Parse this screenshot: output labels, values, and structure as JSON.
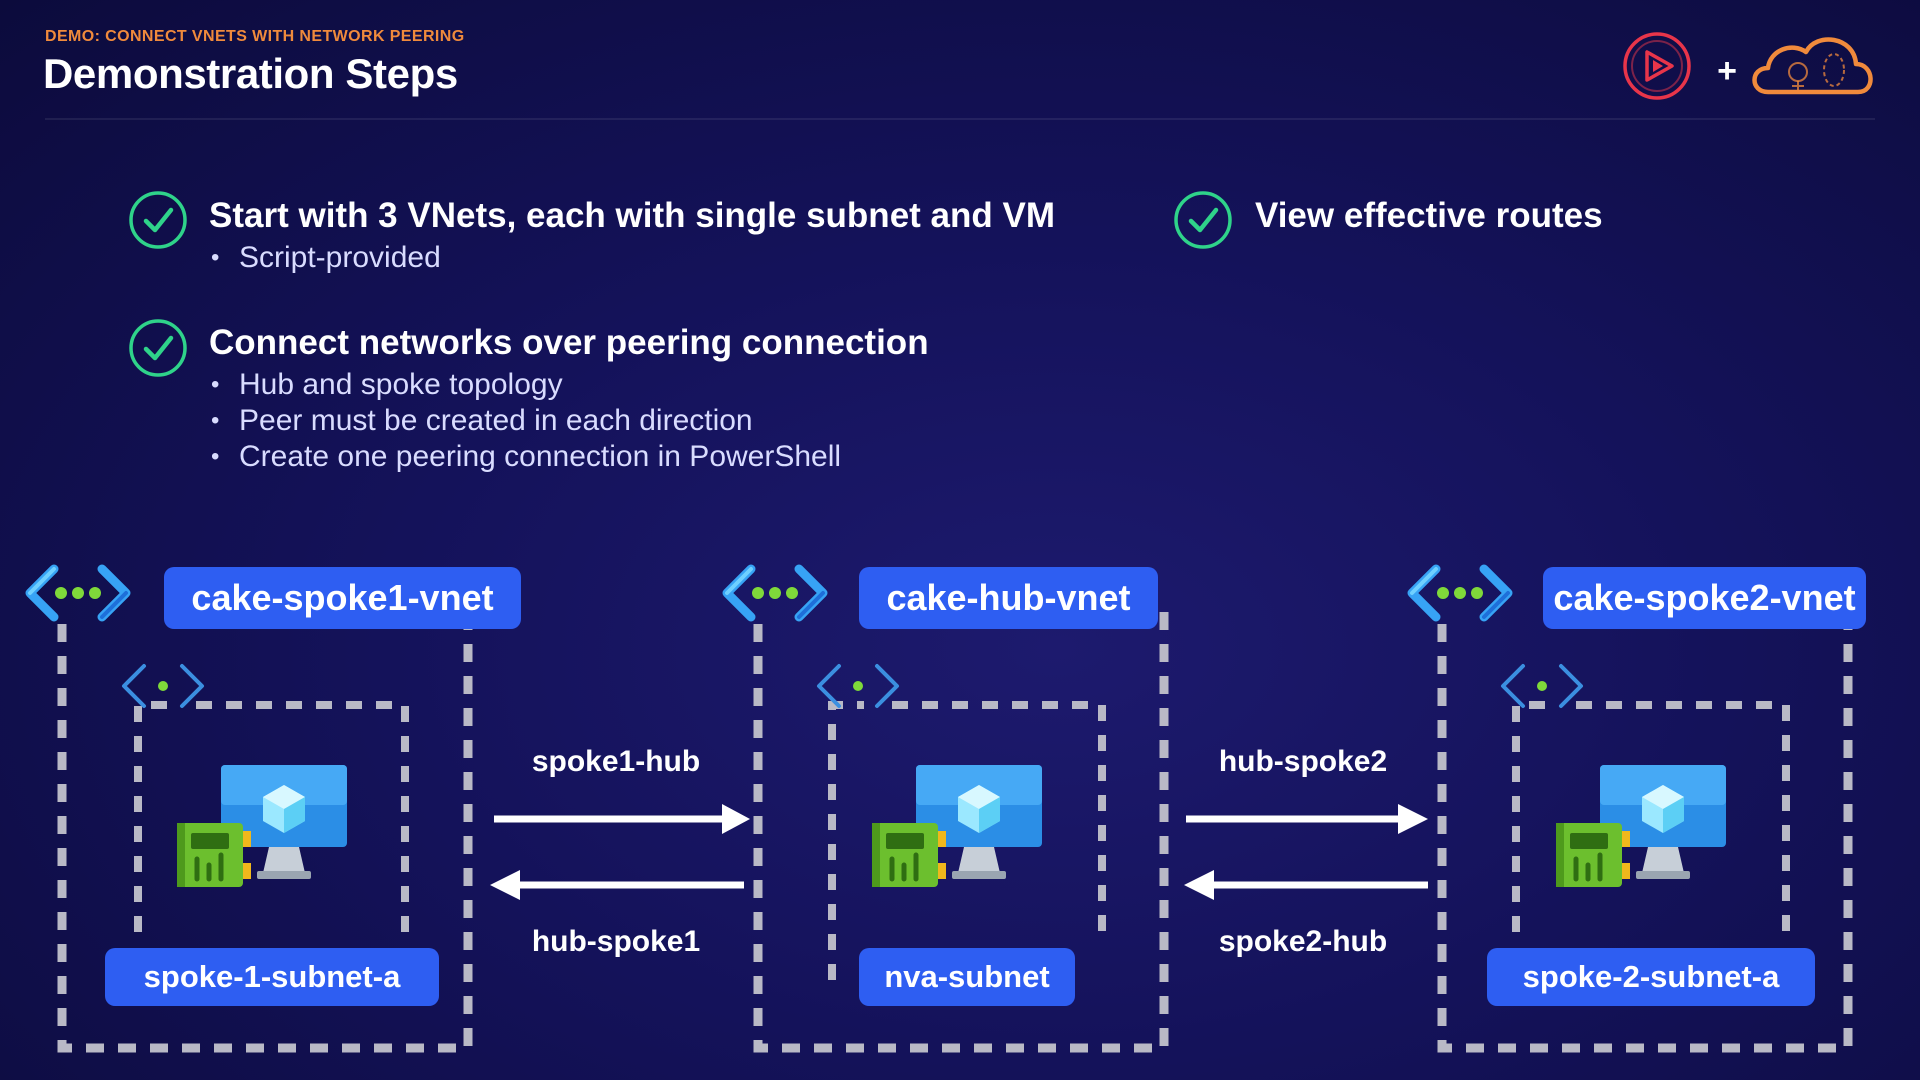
{
  "header": {
    "kicker": "DEMO: CONNECT VNETS WITH NETWORK PEERING",
    "title": "Demonstration Steps",
    "logo_plus": "+"
  },
  "steps": [
    {
      "title": "Start with 3 VNets, each with single subnet and VM",
      "bullets": [
        "Script-provided"
      ]
    },
    {
      "title": "Connect networks over peering connection",
      "bullets": [
        "Hub and spoke topology",
        "Peer must be created in each direction",
        "Create one peering connection in PowerShell"
      ]
    },
    {
      "title": "View effective routes",
      "bullets": []
    }
  ],
  "diagram": {
    "vnets": [
      {
        "name": "cake-spoke1-vnet",
        "subnet": "spoke-1-subnet-a"
      },
      {
        "name": "cake-hub-vnet",
        "subnet": "nva-subnet"
      },
      {
        "name": "cake-spoke2-vnet",
        "subnet": "spoke-2-subnet-a"
      }
    ],
    "peerings": [
      {
        "forward": "spoke1-hub",
        "backward": "hub-spoke1"
      },
      {
        "forward": "hub-spoke2",
        "backward": "spoke2-hub"
      }
    ]
  },
  "colors": {
    "accent_orange": "#f08a3c",
    "check_green": "#2fd38a",
    "pill_blue": "#2e5ef2",
    "dash_gray": "#b9b9c6",
    "logo_red": "#e8354a"
  },
  "icons": [
    "check-circle-icon",
    "vnet-icon",
    "subnet-icon",
    "virtual-machine-icon",
    "network-interface-icon",
    "arrow-right-icon",
    "arrow-left-icon",
    "pluralsight-play-icon",
    "cloud-icon"
  ]
}
